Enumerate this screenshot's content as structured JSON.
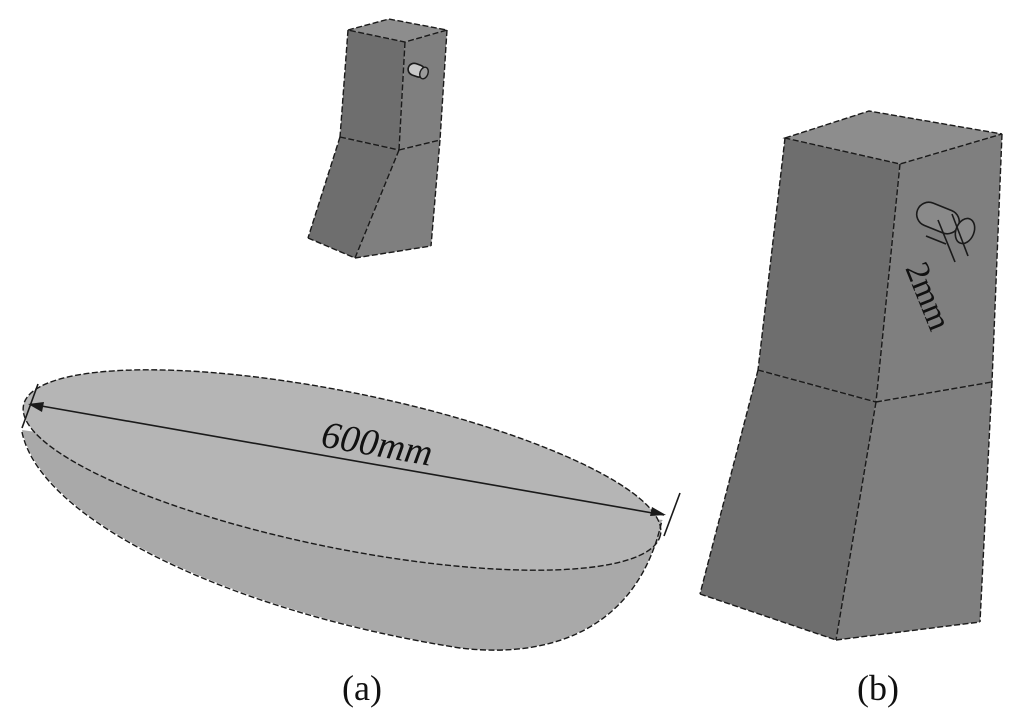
{
  "figure": {
    "panel_a": {
      "label": "(a)",
      "dimension_label": "600mm"
    },
    "panel_b": {
      "label": "(b)",
      "dimension_label": "2mm"
    },
    "colors": {
      "background": "#ffffff",
      "dish_fill": "#a9a9a9",
      "dish_top": "#b5b5b5",
      "block_front": "#7f7f7f",
      "block_side": "#6e6e6e",
      "block_top": "#8d8d8d",
      "edge": "#1a1a1a"
    }
  }
}
